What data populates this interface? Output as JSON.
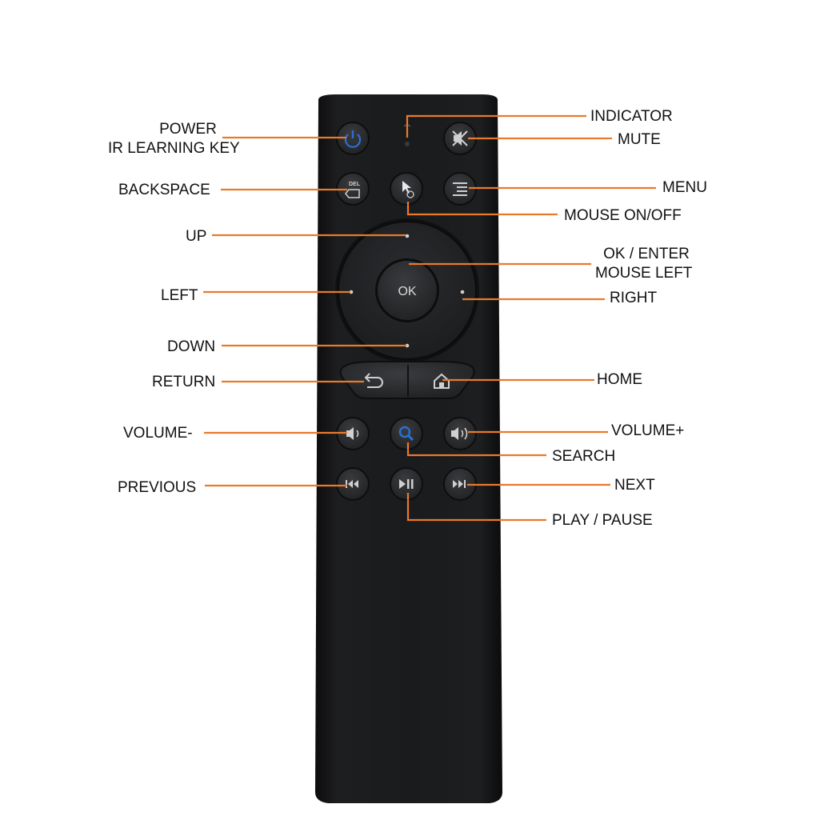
{
  "labels": {
    "power": "POWER",
    "ir_learning_key": "IR LEARNING KEY",
    "indicator": "INDICATOR",
    "mute": "MUTE",
    "backspace": "BACKSPACE",
    "menu": "MENU",
    "mouse_on_off": "MOUSE ON/OFF",
    "up": "UP",
    "ok_enter": "OK / ENTER",
    "mouse_left": "MOUSE LEFT",
    "left": "LEFT",
    "right": "RIGHT",
    "down": "DOWN",
    "return": "RETURN",
    "home": "HOME",
    "volume_minus": "VOLUME-",
    "volume_plus": "VOLUME+",
    "search": "SEARCH",
    "previous": "PREVIOUS",
    "next": "NEXT",
    "play_pause": "PLAY / PAUSE"
  },
  "remote": {
    "ok_label": "OK",
    "del_label": "DEL"
  },
  "colors": {
    "callout_line": "#e87a2c",
    "remote_body": "#17181a",
    "button_face": "#2b2c2f",
    "accent_blue": "#2a6fd6"
  }
}
